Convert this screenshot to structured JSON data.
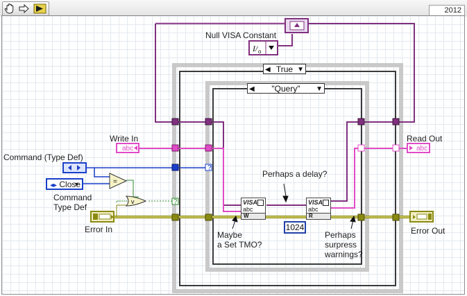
{
  "window": {
    "version": "2012"
  },
  "toolbar": {
    "tools": [
      {
        "icon": "hand-icon"
      },
      {
        "icon": "arrow-right-icon"
      },
      {
        "icon": "run-icon"
      }
    ]
  },
  "diagram": {
    "null_visa_label": "Null VISA Constant",
    "outer_case_selector": "True",
    "inner_case_selector": "\"Query\"",
    "write_in_label": "Write In",
    "read_out_label": "Read Out",
    "command_label": "Command (Type Def)",
    "close_enum_value": "Close",
    "command_typedef_label": "Command\nType Def",
    "error_in_label": "Error In",
    "error_out_label": "Error Out",
    "delay_comment": "Perhaps a delay?",
    "tmo_comment": "Maybe\na Set TMO?",
    "warnings_comment": "Perhaps\nsurpress\nwarnings?",
    "byte_count": "1024",
    "visa_vi_title": "VISA",
    "visa_vi_sub": "abc",
    "write_tag": "W",
    "read_tag": "R",
    "string_terminal_text": "abc",
    "question_mark": "?"
  },
  "colors": {
    "visa_wire": "#80307f",
    "string_wire": "#e04bc6",
    "error_wire": "#8a8a12",
    "enum_wire": "#1a3fc8",
    "bool_wire": "#2f8a2f",
    "case_frame": "#3a3a3a"
  }
}
